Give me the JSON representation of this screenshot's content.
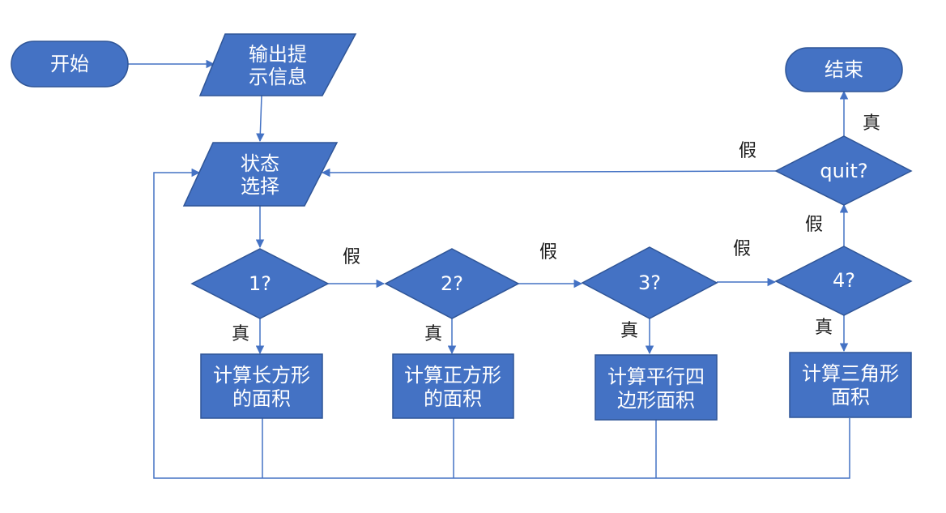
{
  "colors": {
    "node_fill": "#4472c4",
    "node_stroke": "#2f5597",
    "edge": "#4472c4",
    "node_text": "#ffffff",
    "edge_text": "#1a1a1a"
  },
  "nodes": {
    "start": "开始",
    "output_hint": [
      "输出提",
      "示信息"
    ],
    "state_select": [
      "状态",
      "选择"
    ],
    "d1": "1?",
    "d2": "2?",
    "d3": "3?",
    "d4": "4?",
    "quit": "quit?",
    "end": "结束",
    "p1": [
      "计算长方形",
      "的面积"
    ],
    "p2": [
      "计算正方形",
      "的面积"
    ],
    "p3": [
      "计算平行四",
      "边形面积"
    ],
    "p4": [
      "计算三角形",
      "面积"
    ]
  },
  "edge_labels": {
    "d1_false": "假",
    "d2_false": "假",
    "d3_false": "假",
    "d4_false": "假",
    "quit_false": "假",
    "d1_true": "真",
    "d2_true": "真",
    "d3_true": "真",
    "d4_true": "真",
    "quit_true": "真"
  }
}
